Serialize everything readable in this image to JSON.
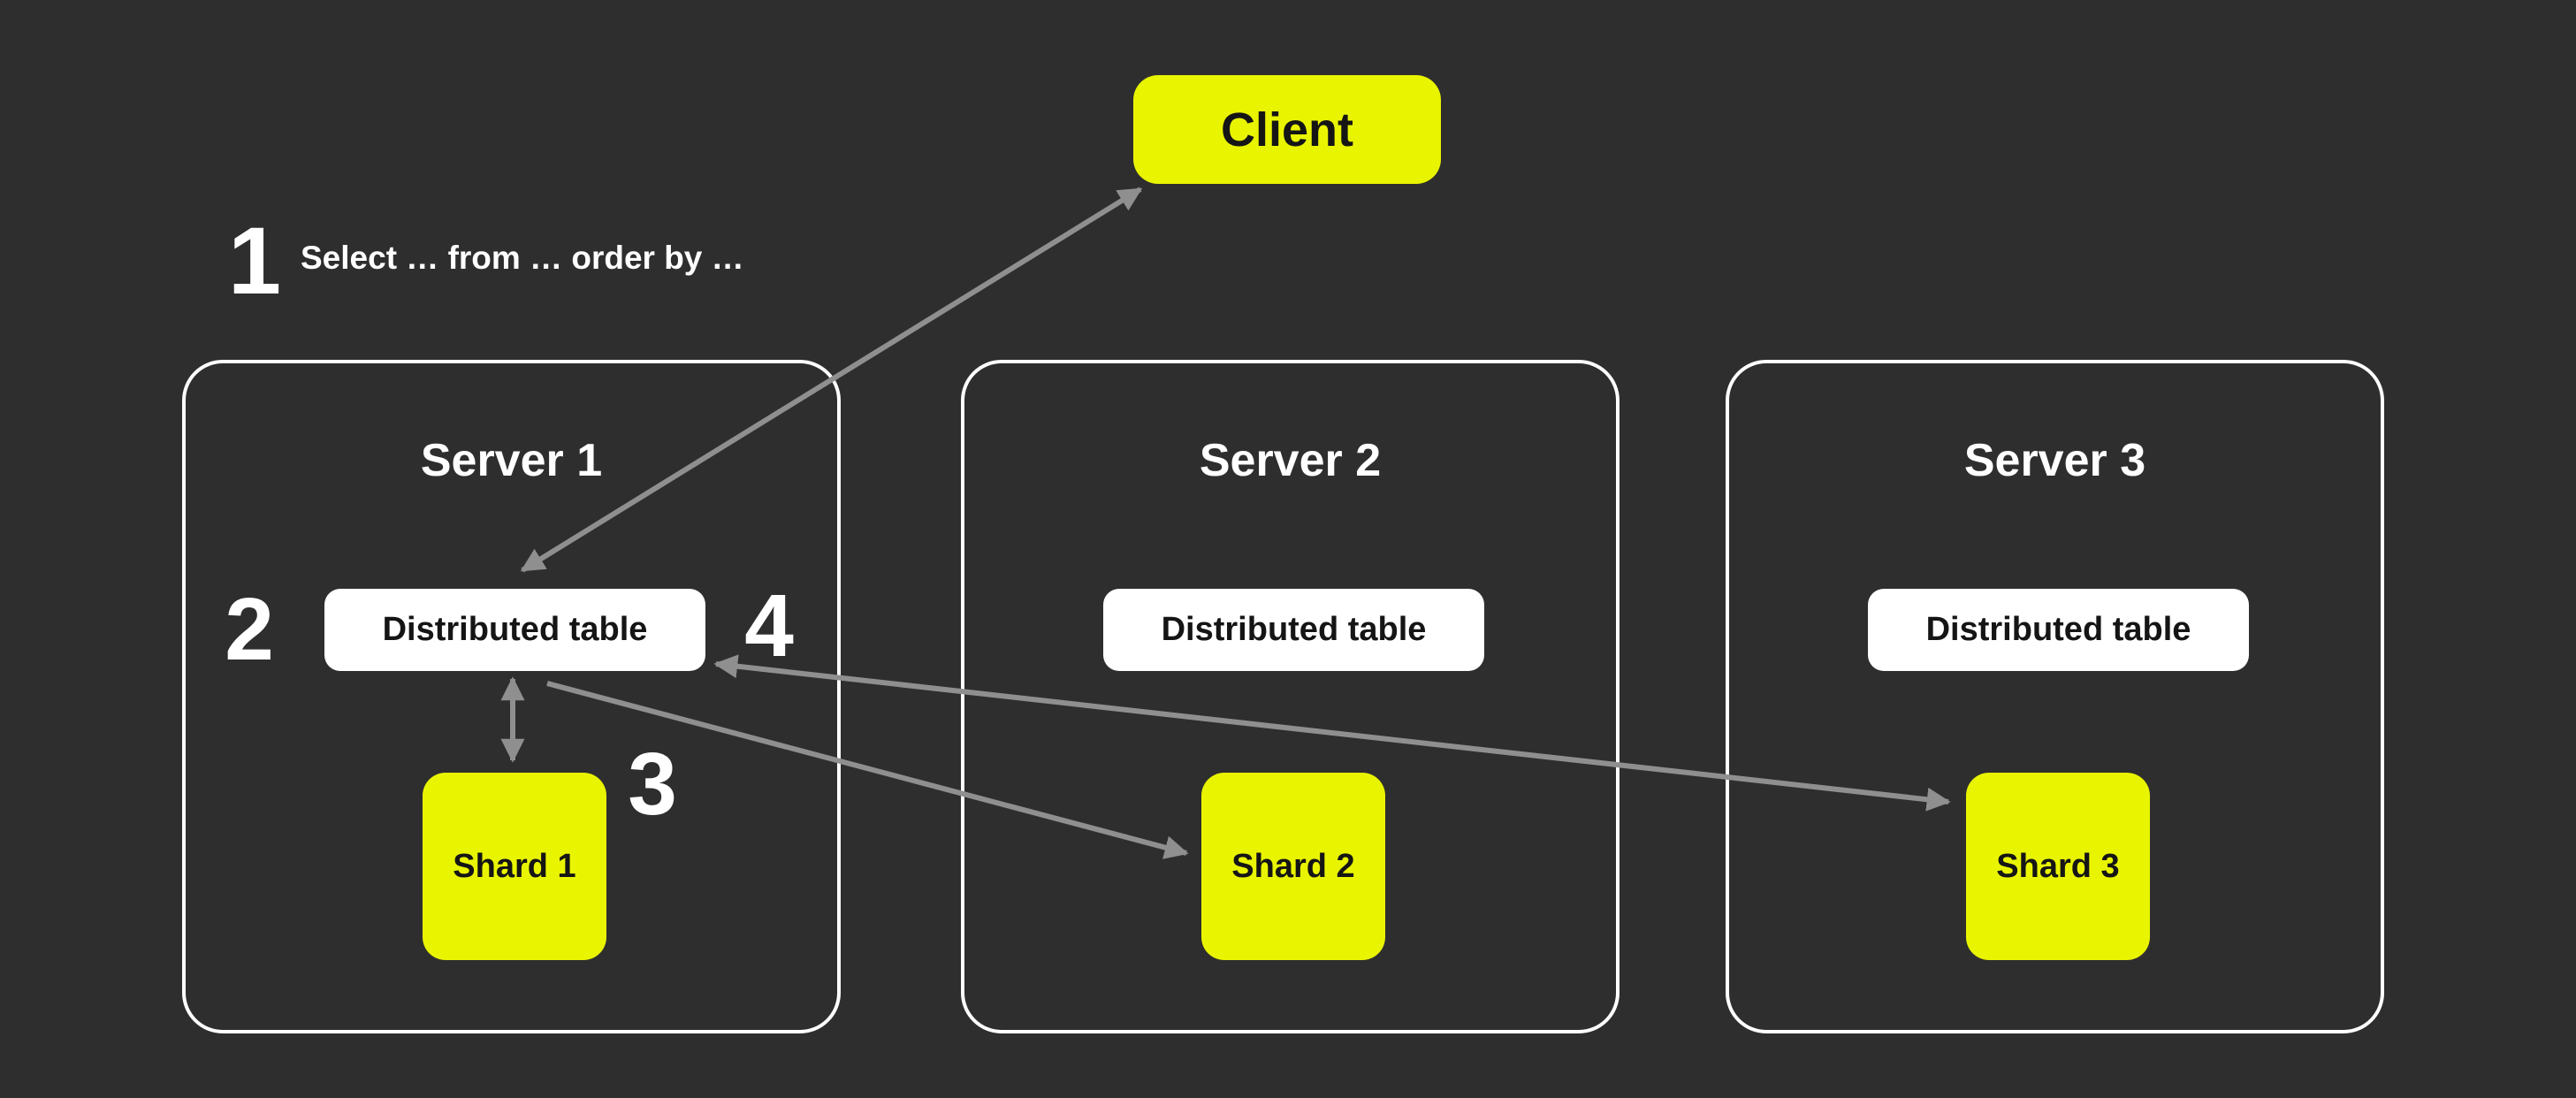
{
  "theme": {
    "bg": "#2f2e2e",
    "accent": "#e9f500",
    "node-white": "#ffffff",
    "arrow": "#8f8f8f",
    "text-dark": "#151515",
    "text-light": "#ffffff"
  },
  "client": {
    "label": "Client"
  },
  "annotations": {
    "step1": {
      "number": "1",
      "text": "Select … from … order by …"
    },
    "step2": "2",
    "step3": "3",
    "step4": "4"
  },
  "servers": [
    {
      "label": "Server 1",
      "table_label": "Distributed table",
      "shard_label": "Shard 1"
    },
    {
      "label": "Server 2",
      "table_label": "Distributed table",
      "shard_label": "Shard 2"
    },
    {
      "label": "Server 3",
      "table_label": "Distributed table",
      "shard_label": "Shard 3"
    }
  ],
  "edges": [
    {
      "from": "distributed-table-1",
      "to": "client",
      "arrows": "both"
    },
    {
      "from": "distributed-table-1",
      "to": "shard-1",
      "arrows": "both"
    },
    {
      "from": "distributed-table-1",
      "to": "shard-2",
      "arrows": "end"
    },
    {
      "from": "distributed-table-1",
      "to": "shard-3",
      "arrows": "both"
    }
  ]
}
